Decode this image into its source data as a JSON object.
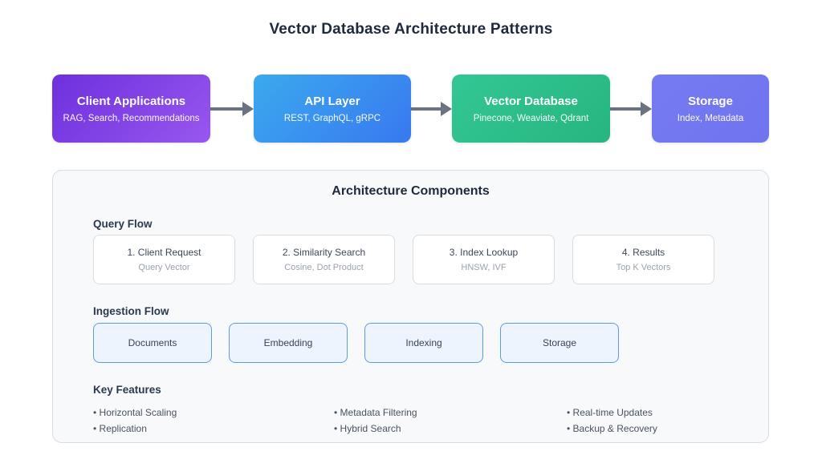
{
  "page": {
    "title": "Vector Database Architecture Patterns"
  },
  "flow": {
    "arrow_color": "#6b7280",
    "nodes": [
      {
        "title": "Client Applications",
        "subtitle": "RAG, Search, Recommendations",
        "color_start": "#6d30dd",
        "color_end": "#9857ef"
      },
      {
        "title": "API Layer",
        "subtitle": "REST, GraphQL, gRPC",
        "color_start": "#3baaee",
        "color_end": "#3878f0"
      },
      {
        "title": "Vector Database",
        "subtitle": "Pinecone, Weaviate, Qdrant",
        "color_start": "#33c795",
        "color_end": "#26b57f"
      },
      {
        "title": "Storage",
        "subtitle": "Index, Metadata",
        "color_start": "#767bf2",
        "color_end": "#6f74ef"
      }
    ]
  },
  "panel": {
    "title": "Architecture Components",
    "query_flow": {
      "heading": "Query Flow",
      "steps": [
        {
          "title": "1. Client Request",
          "subtitle": "Query Vector"
        },
        {
          "title": "2. Similarity Search",
          "subtitle": "Cosine, Dot Product"
        },
        {
          "title": "3. Index Lookup",
          "subtitle": "HNSW, IVF"
        },
        {
          "title": "4. Results",
          "subtitle": "Top K Vectors"
        }
      ]
    },
    "ingestion_flow": {
      "heading": "Ingestion Flow",
      "fill_color": "#edf4fd",
      "border_color": "#5b9ce3",
      "stages": [
        "Documents",
        "Embedding",
        "Indexing",
        "Storage"
      ]
    },
    "key_features": {
      "heading": "Key Features",
      "columns": [
        [
          "• Horizontal Scaling",
          "• Replication"
        ],
        [
          "• Metadata Filtering",
          "• Hybrid Search"
        ],
        [
          "• Real-time Updates",
          "• Backup & Recovery"
        ]
      ]
    }
  }
}
